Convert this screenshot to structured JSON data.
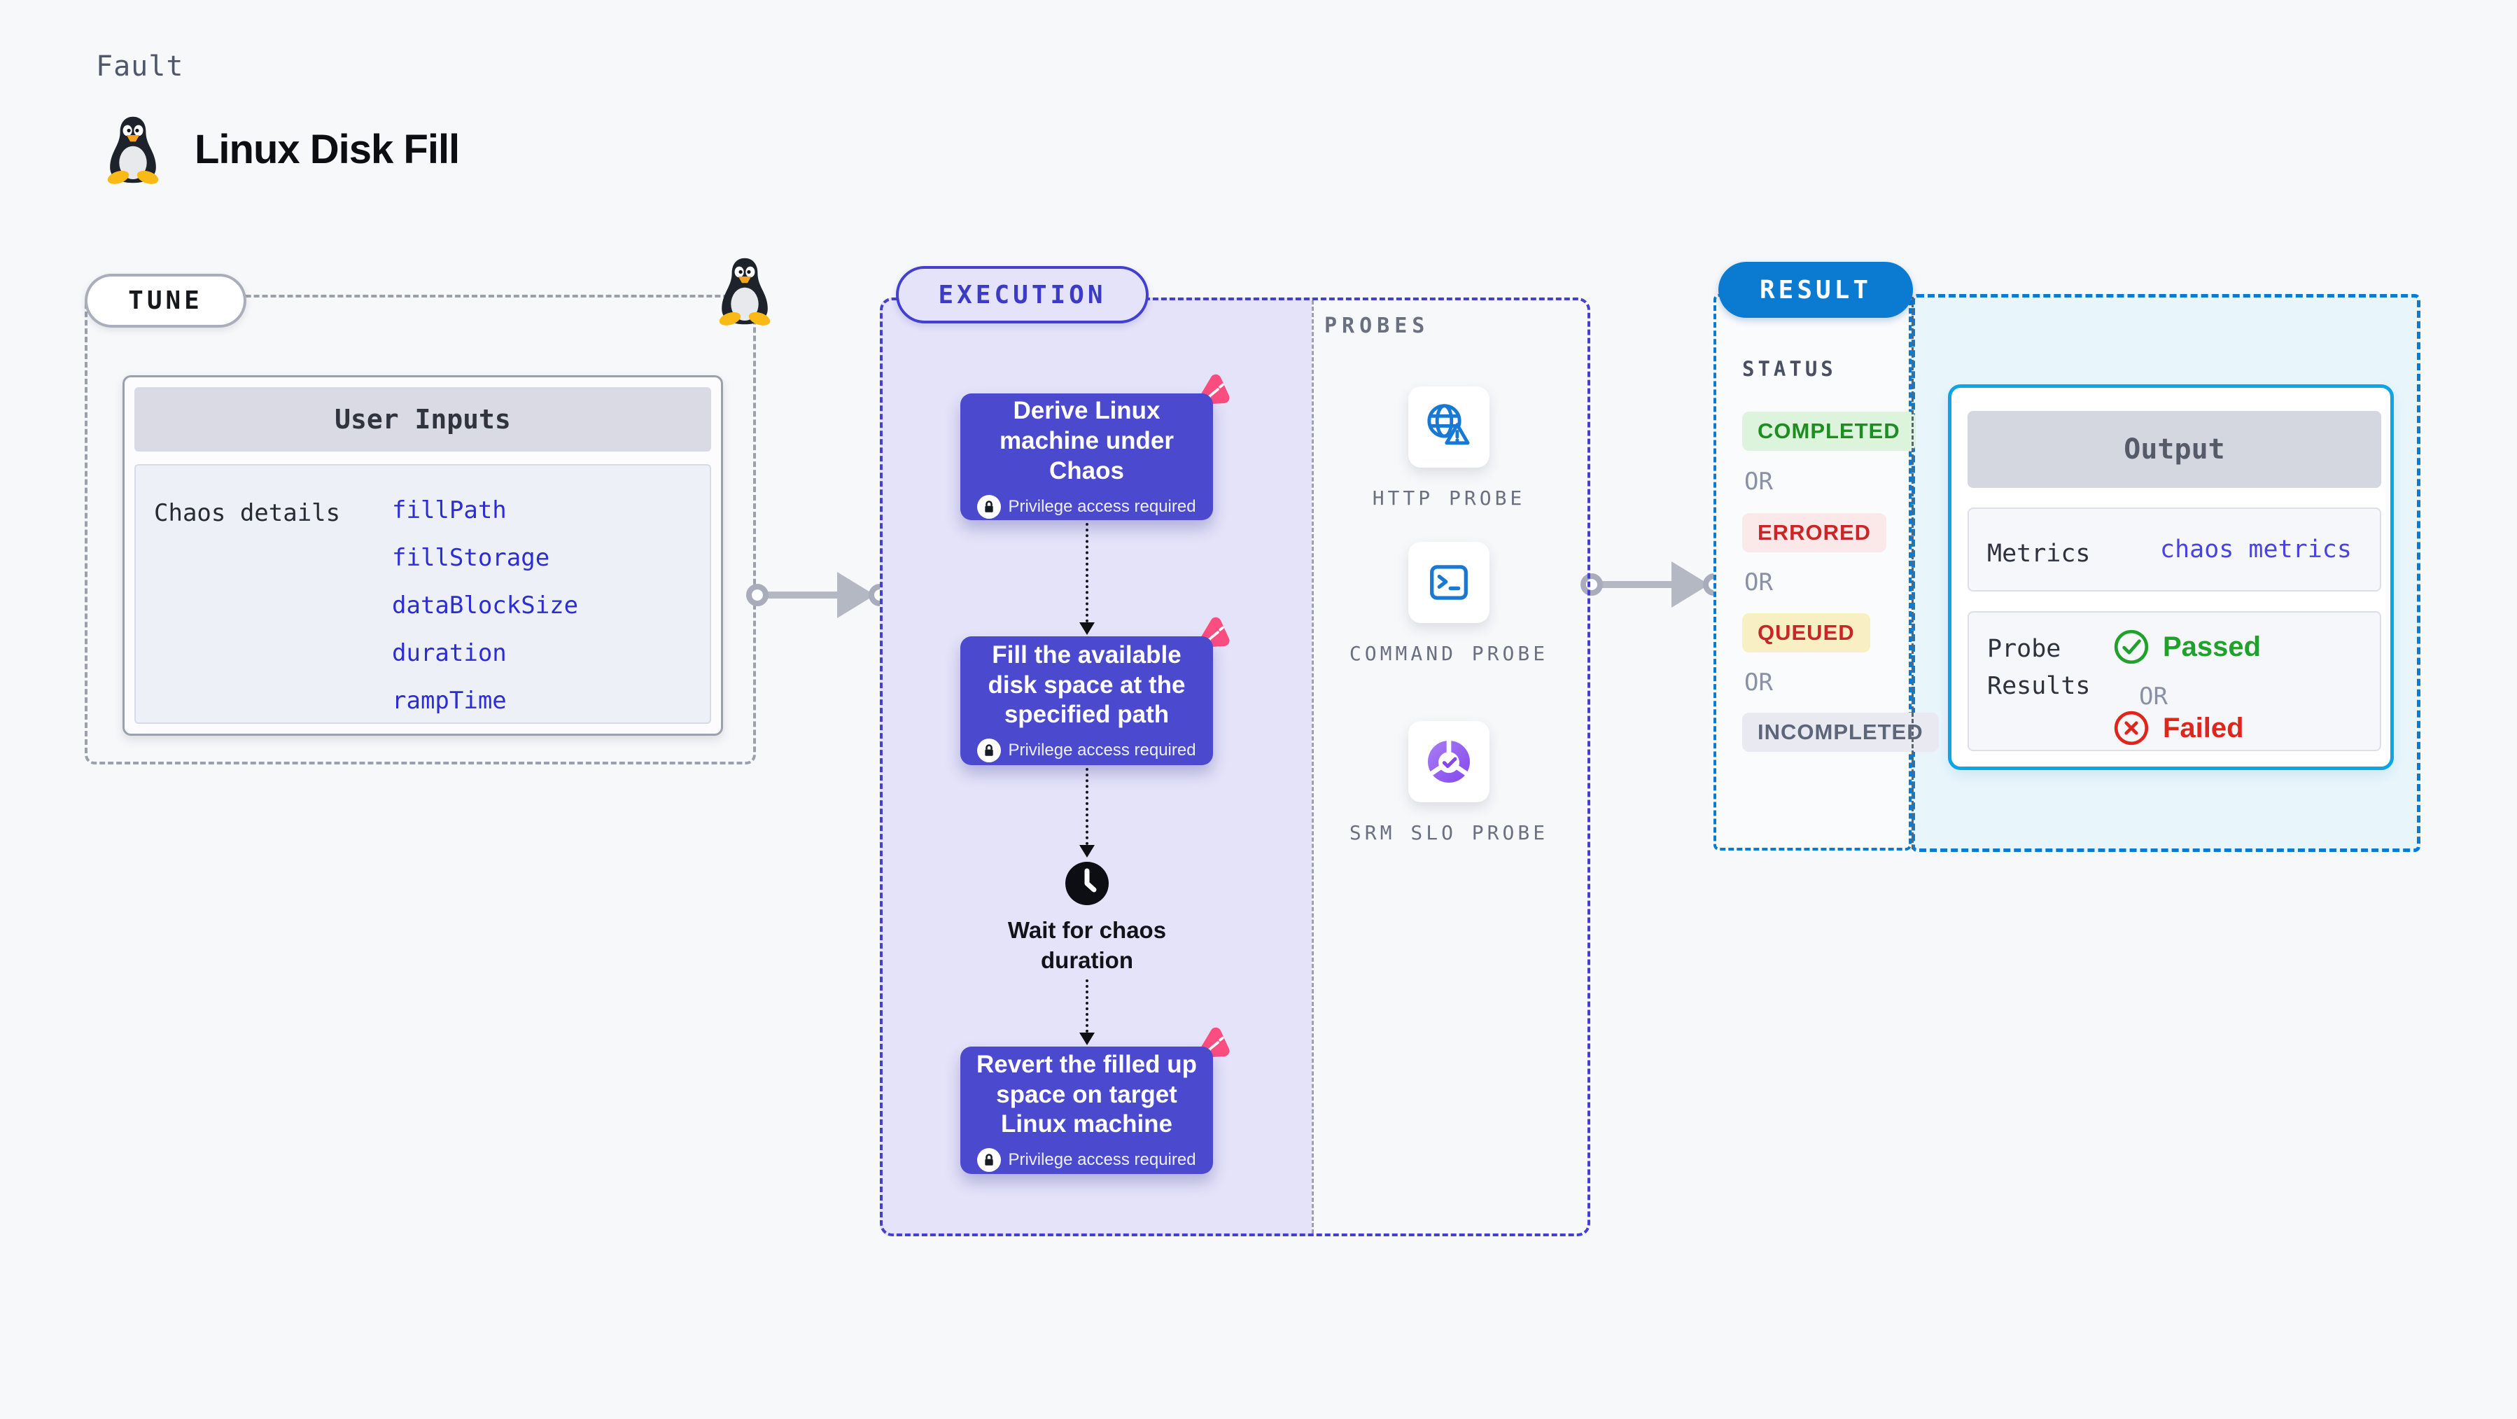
{
  "header": {
    "kicker": "Fault",
    "title": "Linux Disk Fill",
    "icon": "tux-penguin"
  },
  "tune": {
    "label": "TUNE",
    "user_inputs": {
      "header": "User Inputs",
      "row_label": "Chaos details",
      "values": [
        "fillPath",
        "fillStorage",
        "dataBlockSize",
        "duration",
        "rampTime"
      ]
    }
  },
  "execution": {
    "label": "EXECUTION",
    "steps": [
      {
        "title": "Derive Linux machine under Chaos",
        "badge": "Privilege access required"
      },
      {
        "title": "Fill the available disk space at the specified path",
        "badge": "Privilege access required"
      },
      {
        "title": "Revert the filled up space on target Linux machine",
        "badge": "Privilege access required"
      }
    ],
    "wait_label": "Wait for chaos duration",
    "probes": {
      "heading": "PROBES",
      "items": [
        {
          "label": "HTTP PROBE",
          "icon": "globe-alert-icon"
        },
        {
          "label": "COMMAND PROBE",
          "icon": "terminal-icon"
        },
        {
          "label": "SRM SLO PROBE",
          "icon": "slo-donut-icon"
        }
      ]
    }
  },
  "result": {
    "label": "RESULT",
    "status": {
      "heading": "STATUS",
      "or_label": "OR",
      "badges": [
        {
          "label": "COMPLETED",
          "fg": "#1e8e22",
          "bg": "#dcf4dc"
        },
        {
          "label": "ERRORED",
          "fg": "#c92727",
          "bg": "#fbe9e9"
        },
        {
          "label": "QUEUED",
          "fg": "#c92727",
          "bg": "#f8efc5"
        },
        {
          "label": "INCOMPLETED",
          "fg": "#5d6578",
          "bg": "#e9eaf1"
        }
      ]
    },
    "output": {
      "header": "Output",
      "metrics_label": "Metrics",
      "metrics_value": "chaos metrics",
      "probe_results_label": "Probe Results",
      "or_label": "OR",
      "passed_label": "Passed",
      "failed_label": "Failed"
    }
  },
  "colors": {
    "background": "#f7f8fa",
    "indigo_accent": "#4b49ce",
    "indigo_border": "#4340cf",
    "lavender_fill": "#e4e3f9",
    "result_blue": "#0b7ad1",
    "output_cyan": "#0ea5e6",
    "output_bg": "#e8f6fc",
    "chaos_pink": "#fb4d80",
    "success_green": "#1fa12b",
    "fail_red": "#df261d",
    "arrow_gray": "#b4b8c3"
  }
}
